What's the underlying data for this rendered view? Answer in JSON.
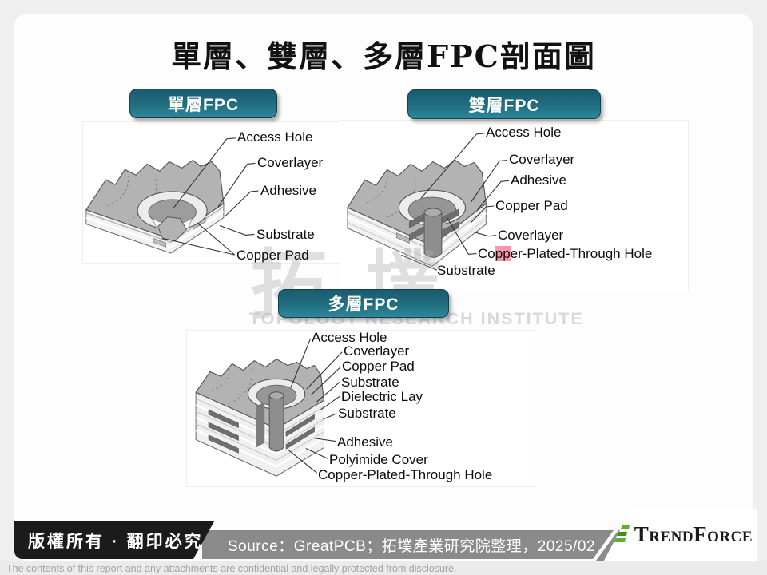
{
  "title": "單層、雙層、多層FPC剖面圖",
  "badges": {
    "single": "單層FPC",
    "double": "雙層FPC",
    "multi": "多層FPC"
  },
  "diagrams": {
    "single": {
      "labels": {
        "access_hole": "Access Hole",
        "coverlayer": "Coverlayer",
        "adhesive": "Adhesive",
        "substrate": "Substrate",
        "copper_pad": "Copper Pad"
      }
    },
    "double": {
      "labels": {
        "access_hole": "Access Hole",
        "coverlayer_top": "Coverlayer",
        "adhesive": "Adhesive",
        "copper_pad": "Copper Pad",
        "coverlayer_bottom": "Coverlayer",
        "cpth_pre": "Co",
        "cpth_highlight": "pp",
        "cpth_post": "er-Plated-Through Hole",
        "substrate": "Substrate"
      }
    },
    "multi": {
      "labels": {
        "access_hole": "Access Hole",
        "coverlayer": "Coverlayer",
        "copper_pad": "Copper Pad",
        "substrate_top": "Substrate",
        "dielectric": "Dielectric Lay",
        "substrate_mid": "Substrate",
        "adhesive": "Adhesive",
        "polyimide": "Polyimide Cover",
        "cpth": "Copper-Plated-Through Hole"
      }
    }
  },
  "watermark": {
    "cjk": "拓墣",
    "latin": "TOPOLOGY RESEARCH INSTITUTE"
  },
  "footer": {
    "copyright": "版權所有 · 翻印必究",
    "source": "Source：GreatPCB；拓墣產業研究院整理，2025/02",
    "brand": "TrendForce",
    "disclaimer": "The contents of this report and any attachments are confidential and legally protected from disclosure."
  },
  "colors": {
    "badge_teal": "#226e81",
    "highlight_pink": "#f895ab",
    "brand_green": "#5fb32c",
    "footer_gray": "#8a8a8a",
    "copy_black": "#1b1b1b"
  }
}
